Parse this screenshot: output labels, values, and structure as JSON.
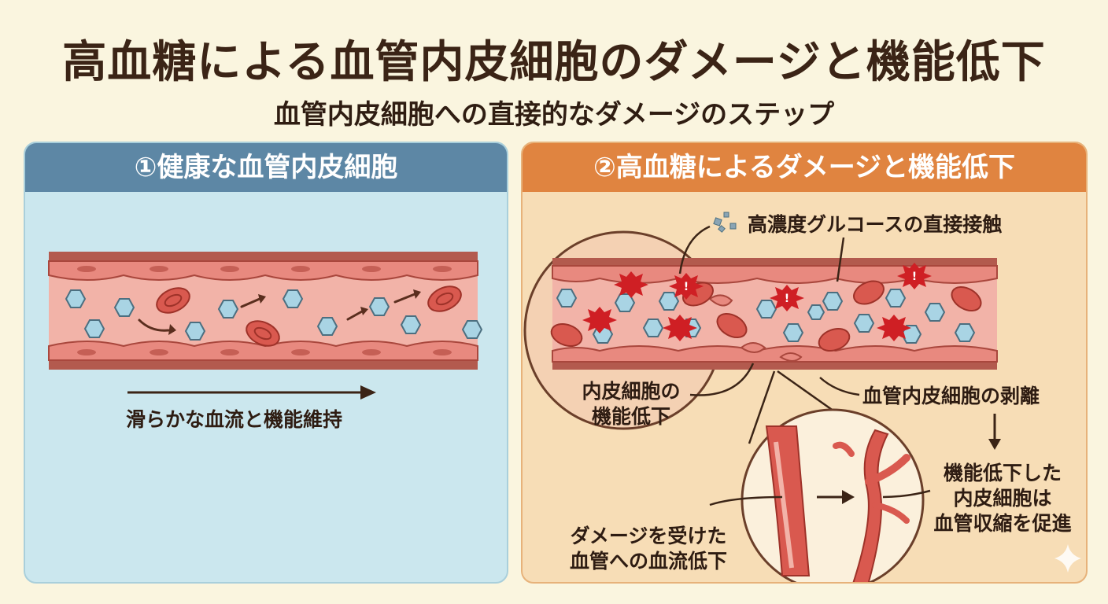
{
  "title": "高血糖による血管内皮細胞のダメージと機能低下",
  "subtitle": "血管内皮細胞への直接的なダメージのステップ",
  "panel_left": {
    "heading": "①健康な血管内皮細胞",
    "caption": "滑らかな血流と機能維持"
  },
  "panel_right": {
    "heading": "②高血糖によるダメージと機能低下",
    "glucose_contact": "高濃度グルコースの直接接触",
    "endothelial_dysfunction_line1": "内皮細胞の",
    "endothelial_dysfunction_line2": "機能低下",
    "detachment": "血管内皮細胞の剥離",
    "vasoconstriction_line1": "機能低下した",
    "vasoconstriction_line2": "内皮細胞は",
    "vasoconstriction_line3": "血管収縮を促進",
    "reduced_flow_line1": "ダメージを受けた",
    "reduced_flow_line2": "血管への血流低下"
  },
  "colors": {
    "vessel_wall": "#e8897f",
    "vessel_lumen": "#f3b6ac",
    "red_blood_cell": "#d9594f",
    "glucose": "#a9d4e4",
    "damage_burst": "#cf1f24",
    "left_header": "#5d87a5",
    "right_header": "#e08440"
  },
  "icons": [
    "glucose-particles-icon",
    "damage-burst-icon",
    "flow-arrow-icon",
    "sparkle-icon"
  ]
}
